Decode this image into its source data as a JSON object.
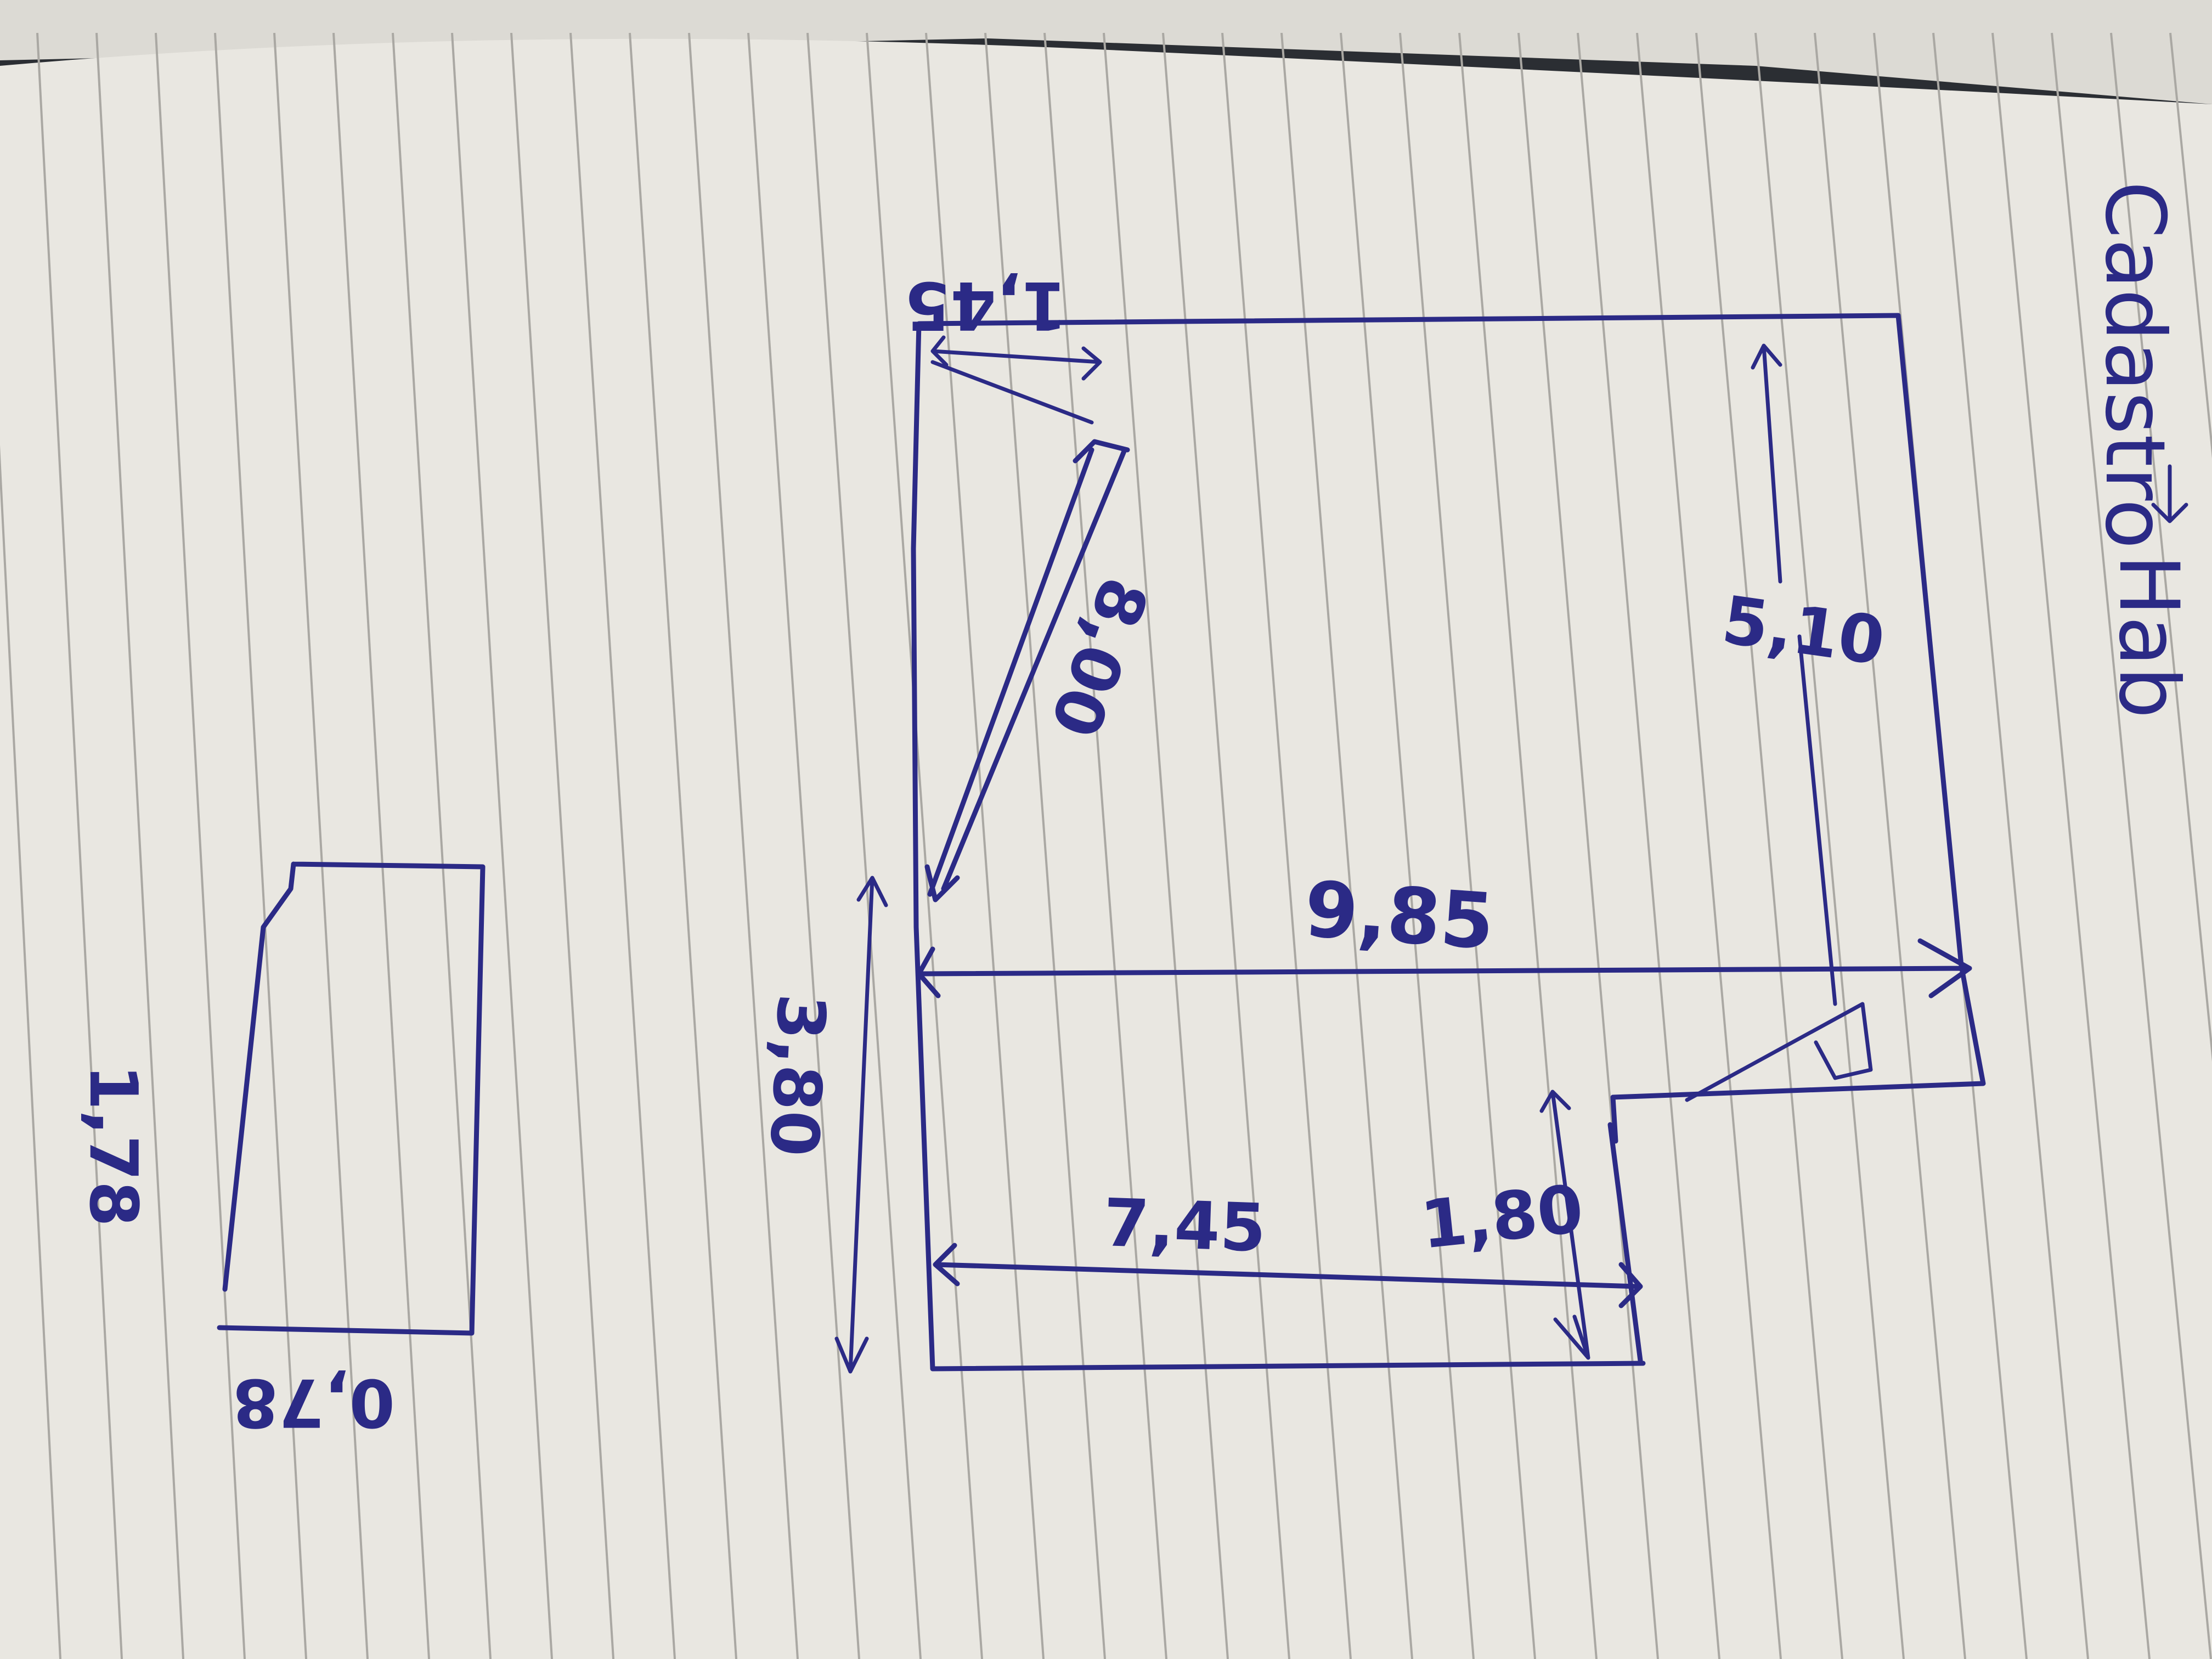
{
  "sketch": {
    "labels": {
      "top_left_arrow": "1,45",
      "diagonal": "8,00",
      "right_height": "5,10",
      "main_width": "9,85",
      "left_lower_height": "3,80",
      "bottom_left": "7,45",
      "bottom_right": "1,80",
      "small_rect_height": "1,78",
      "small_rect_width": "0,78"
    },
    "margin_note": [
      "Cadastro",
      "Hab"
    ]
  },
  "colors": {
    "paper": "#e9e7e1",
    "rule_line": "#aaa8a3",
    "ink": "#2b2a86",
    "dark_background": "#2b2e33"
  }
}
